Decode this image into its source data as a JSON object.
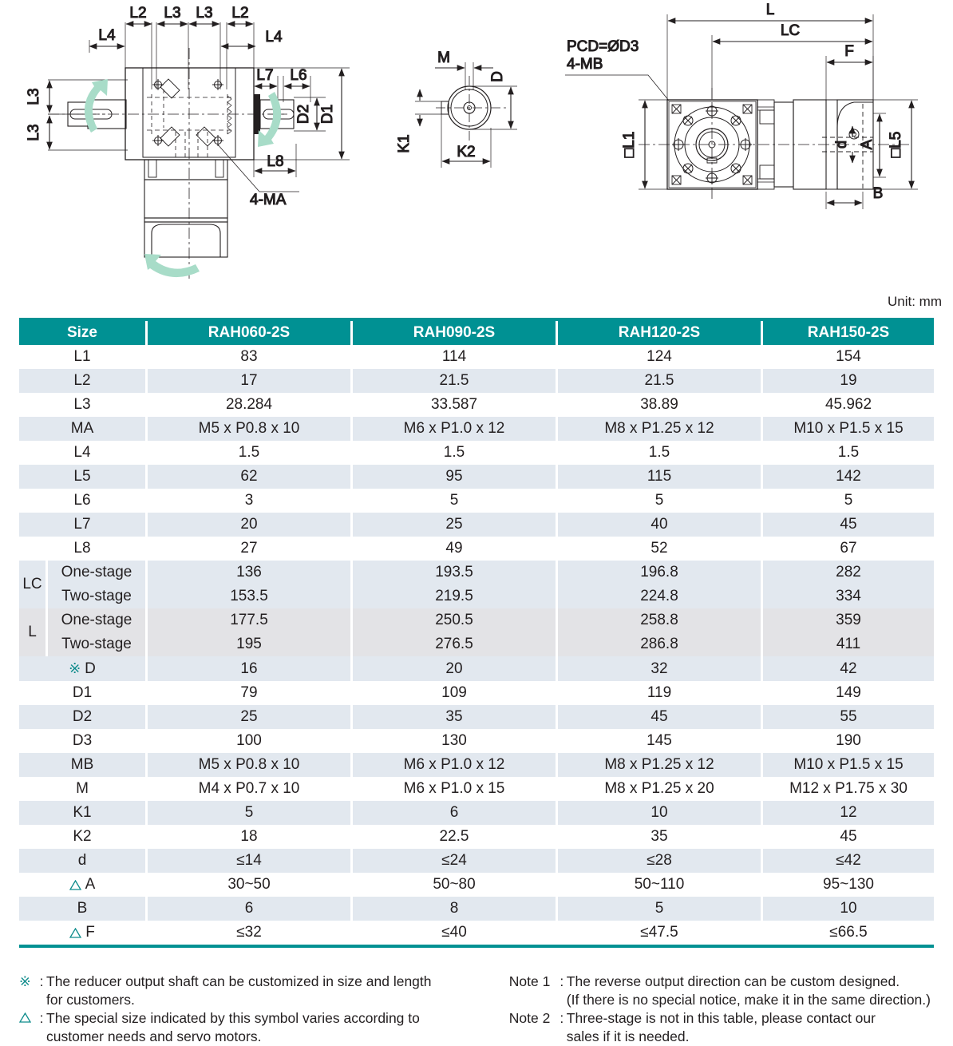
{
  "unit_label": "Unit: mm",
  "drawings": {
    "left_view": {
      "name": "right-angle-gearbox-front-view",
      "labels": [
        "L2",
        "L3",
        "L3",
        "L2",
        "L4",
        "L4",
        "L3",
        "L3",
        "L7",
        "L6",
        "D2",
        "D1",
        "L8",
        "4-MA"
      ]
    },
    "middle_view": {
      "name": "output-shaft-end-view",
      "labels": [
        "M",
        "D",
        "K1",
        "K2"
      ]
    },
    "right_view": {
      "name": "gearbox-with-motor-side-view",
      "labels": [
        "L",
        "LC",
        "F",
        "PCD = ØD3",
        "4-MB",
        "□L1",
        "d",
        "A",
        "□L5",
        "B"
      ]
    }
  },
  "table": {
    "header": [
      "Size",
      "RAH060-2S",
      "RAH090-2S",
      "RAH120-2S",
      "RAH150-2S"
    ],
    "rows": [
      {
        "group": "",
        "label": "L1",
        "sym": "",
        "values": [
          "83",
          "114",
          "124",
          "154"
        ]
      },
      {
        "group": "",
        "label": "L2",
        "sym": "",
        "values": [
          "17",
          "21.5",
          "21.5",
          "19"
        ]
      },
      {
        "group": "",
        "label": "L3",
        "sym": "",
        "values": [
          "28.284",
          "33.587",
          "38.89",
          "45.962"
        ]
      },
      {
        "group": "",
        "label": "MA",
        "sym": "",
        "values": [
          "M5 x P0.8 x 10",
          "M6 x P1.0 x 12",
          "M8 x P1.25 x 12",
          "M10 x P1.5 x 15"
        ]
      },
      {
        "group": "",
        "label": "L4",
        "sym": "",
        "values": [
          "1.5",
          "1.5",
          "1.5",
          "1.5"
        ]
      },
      {
        "group": "",
        "label": "L5",
        "sym": "",
        "values": [
          "62",
          "95",
          "115",
          "142"
        ]
      },
      {
        "group": "",
        "label": "L6",
        "sym": "",
        "values": [
          "3",
          "5",
          "5",
          "5"
        ]
      },
      {
        "group": "",
        "label": "L7",
        "sym": "",
        "values": [
          "20",
          "25",
          "40",
          "45"
        ]
      },
      {
        "group": "",
        "label": "L8",
        "sym": "",
        "values": [
          "27",
          "49",
          "52",
          "67"
        ]
      },
      {
        "group": "LC",
        "label": "One-stage",
        "sym": "",
        "values": [
          "136",
          "193.5",
          "196.8",
          "282"
        ]
      },
      {
        "group": "LC",
        "label": "Two-stage",
        "sym": "",
        "values": [
          "153.5",
          "219.5",
          "224.8",
          "334"
        ]
      },
      {
        "group": "L",
        "label": "One-stage",
        "sym": "",
        "values": [
          "177.5",
          "250.5",
          "258.8",
          "359"
        ]
      },
      {
        "group": "L",
        "label": "Two-stage",
        "sym": "",
        "values": [
          "195",
          "276.5",
          "286.8",
          "411"
        ]
      },
      {
        "group": "",
        "label": "D",
        "sym": "asterisk",
        "values": [
          "16",
          "20",
          "32",
          "42"
        ]
      },
      {
        "group": "",
        "label": "D1",
        "sym": "",
        "values": [
          "79",
          "109",
          "119",
          "149"
        ]
      },
      {
        "group": "",
        "label": "D2",
        "sym": "",
        "values": [
          "25",
          "35",
          "45",
          "55"
        ]
      },
      {
        "group": "",
        "label": "D3",
        "sym": "",
        "values": [
          "100",
          "130",
          "145",
          "190"
        ]
      },
      {
        "group": "",
        "label": "MB",
        "sym": "",
        "values": [
          "M5 x P0.8 x 10",
          "M6 x P1.0 x 12",
          "M8 x P1.25 x 12",
          "M10 x P1.5 x 15"
        ]
      },
      {
        "group": "",
        "label": "M",
        "sym": "",
        "values": [
          "M4 x P0.7 x 10",
          "M6 x P1.0 x 15",
          "M8 x P1.25 x 20",
          "M12 x P1.75 x 30"
        ]
      },
      {
        "group": "",
        "label": "K1",
        "sym": "",
        "values": [
          "5",
          "6",
          "10",
          "12"
        ]
      },
      {
        "group": "",
        "label": "K2",
        "sym": "",
        "values": [
          "18",
          "22.5",
          "35",
          "45"
        ]
      },
      {
        "group": "",
        "label": "d",
        "sym": "",
        "values": [
          "≤14",
          "≤24",
          "≤28",
          "≤42"
        ]
      },
      {
        "group": "",
        "label": "A",
        "sym": "triangle",
        "values": [
          "30~50",
          "50~80",
          "50~110",
          "95~130"
        ]
      },
      {
        "group": "",
        "label": "B",
        "sym": "",
        "values": [
          "6",
          "8",
          "5",
          "10"
        ]
      },
      {
        "group": "",
        "label": "F",
        "sym": "triangle",
        "values": [
          "≤32",
          "≤40",
          "≤47.5",
          "≤66.5"
        ]
      }
    ]
  },
  "footnotes": {
    "left": [
      {
        "mark": "※",
        "colon": ":",
        "line1": "The reducer output shaft can be customized in size and length",
        "line2": "for customers."
      },
      {
        "mark": "△",
        "colon": ":",
        "line1": "The special size indicated by this symbol varies according to",
        "line2": "customer needs and servo motors."
      }
    ],
    "right": [
      {
        "mark": "Note 1",
        "colon": ":",
        "line1": "The reverse output direction can be custom designed.",
        "line2": "(If there is no special notice, make it in the same direction.)"
      },
      {
        "mark": "Note 2",
        "colon": ":",
        "line1": "Three-stage is not in this table, please contact our",
        "line2": "sales if it is needed."
      }
    ]
  },
  "colors": {
    "header_teal": "#009193",
    "row_shade": "#e2e8ef",
    "row_shade_alt": "#e3e3e6",
    "symbol_teal": "#0f8c8c",
    "arrow_green": "#a8dcc8"
  }
}
